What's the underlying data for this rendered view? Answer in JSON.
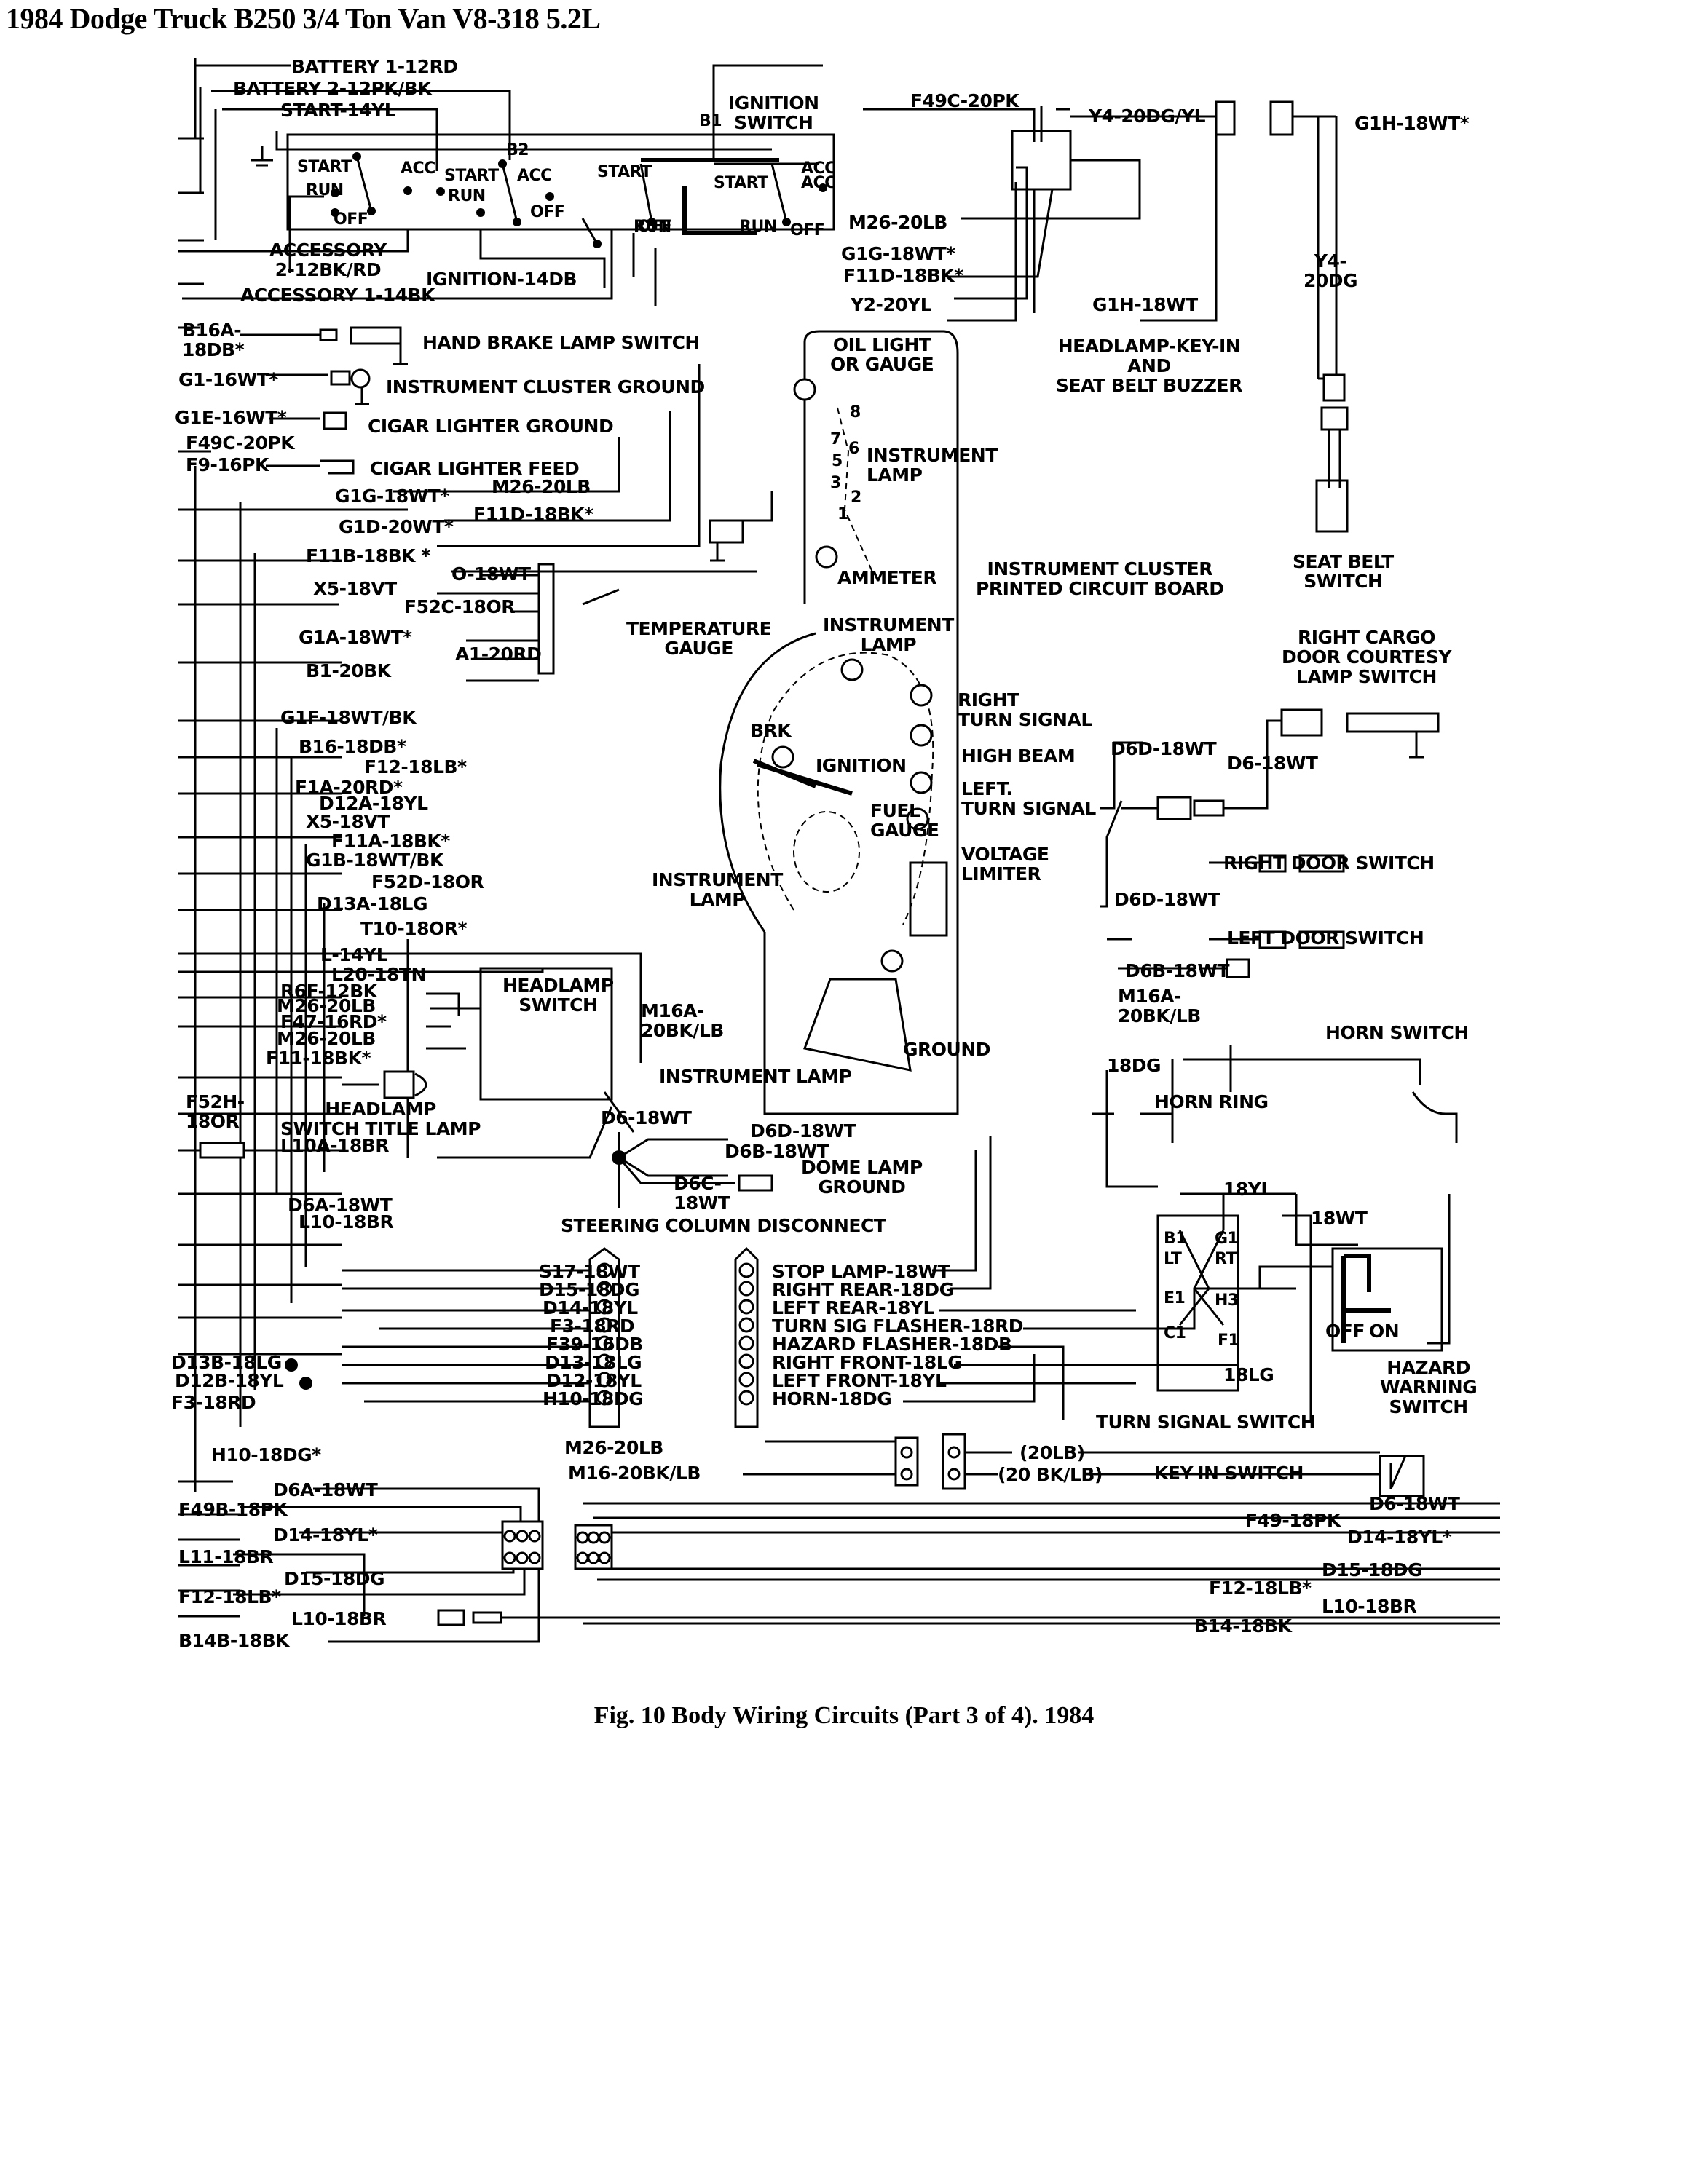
{
  "document": {
    "title": "1984 Dodge Truck B250 3/4 Ton Van V8-318 5.2L",
    "caption": "Fig. 10  Body Wiring Circuits (Part 3 of 4). 1984"
  },
  "components": {
    "ignition_switch": "IGNITION\nSWITCH",
    "hand_brake": "HAND BRAKE LAMP SWITCH",
    "cluster_ground": "INSTRUMENT CLUSTER GROUND",
    "cigar_ground": "CIGAR LIGHTER GROUND",
    "cigar_feed": "CIGAR LIGHTER FEED",
    "oil": "OIL LIGHT\nOR GAUGE",
    "instrument_lamp_1": "INSTRUMENT\nLAMP",
    "ammeter": "AMMETER",
    "pcb": "INSTRUMENT CLUSTER\nPRINTED CIRCUIT BOARD",
    "headlamp_buzzer": "HEADLAMP-KEY-IN\nAND\nSEAT BELT BUZZER",
    "seat_belt_switch": "SEAT BELT\nSWITCH",
    "right_cargo": "RIGHT CARGO\nDOOR COURTESY\nLAMP SWITCH",
    "temp_gauge": "TEMPERATURE\nGAUGE",
    "instrument_lamp_2": "INSTRUMENT\nLAMP",
    "brk": "BRK",
    "ignition": "IGNITION",
    "fuel_gauge": "FUEL\nGAUGE",
    "right_turn": "RIGHT\nTURN SIGNAL",
    "high_beam": "HIGH BEAM",
    "left_turn": "LEFT.\nTURN SIGNAL",
    "voltage_limiter": "VOLTAGE\nLIMITER",
    "instrument_lamp_3": "INSTRUMENT\nLAMP",
    "right_door": "RIGHT DOOR SWITCH",
    "left_door": "LEFT DOOR SWITCH",
    "horn_switch": "HORN SWITCH",
    "horn_ring": "HORN RING",
    "ground": "GROUND",
    "instrument_lamp_4": "INSTRUMENT LAMP",
    "headlamp_switch": "HEADLAMP\nSWITCH",
    "headlamp_title_lamp": "HEADLAMP\nSWITCH TITLE LAMP",
    "dome_lamp_ground": "DOME LAMP\nGROUND",
    "steering_disconnect": "STEERING COLUMN DISCONNECT",
    "turn_signal_switch": "TURN SIGNAL SWITCH",
    "key_in_switch": "KEY-IN SWITCH",
    "hazard_switch": "HAZARD\nWARNING\nSWITCH",
    "off": "OFF",
    "on": "ON"
  },
  "ignition_positions": [
    "START",
    "RUN",
    "OFF",
    "ACC",
    "START",
    "RUN",
    "ACC",
    "OFF",
    "START",
    "RUN",
    "OFF",
    "ACC",
    "START",
    "RUN",
    "OFF",
    "ACC"
  ],
  "ignition_terminals": [
    "B1",
    "B2"
  ],
  "turn_switch_terminals": [
    "B1",
    "LT",
    "E1",
    "C1",
    "G1",
    "RT",
    "H3",
    "F1"
  ],
  "oil_gauge_pins": [
    "8",
    "7",
    "6",
    "5",
    "3",
    "2",
    "1"
  ],
  "wires": {
    "battery1": "BATTERY 1-12RD",
    "battery2": "BATTERY 2-12PK/BK",
    "start": "START-14YL",
    "accessory2": "ACCESSORY\n2-12BK/RD",
    "ignition": "IGNITION-14DB",
    "accessory1": "ACCESSORY 1-14BK",
    "f49c_top": "F49C-20PK",
    "y4_dgyl": "Y4-20DG/YL",
    "g1h_star": "G1H-18WT*",
    "m26_top": "M26-20LB",
    "g1g_top": "G1G-18WT*",
    "f11d_top": "F11D-18BK*",
    "y2": "Y2-20YL",
    "g1h": "G1H-18WT",
    "y4_dg": "Y4-\n20DG",
    "b16a": "B16A-\n18DB*",
    "g1": "G1-16WT*",
    "g1e": "G1E-16WT*",
    "f49c_left": "F49C-20PK",
    "f9": "F9-16PK",
    "g1g_mid": "G1G-18WT*",
    "m26_mid": "M26-20LB",
    "g1d": "G1D-20WT*",
    "f11d_mid": "F11D-18BK*",
    "f11b": "F11B-18BK *",
    "o18": "O-18WT",
    "x5_a": "X5-18VT",
    "f52c": "F52C-18OR",
    "g1a": "G1A-18WT*",
    "a1": "A1-20RD",
    "b1": "B1-20BK",
    "g1f": "G1F-18WT/BK",
    "b16": "B16-18DB*",
    "f12_mid": "F12-18LB*",
    "f1a": "F1A-20RD*",
    "d12a": "D12A-18YL",
    "x5_b": "X5-18VT",
    "f11a": "F11A-18BK*",
    "g1b": "G1B-18WT/BK",
    "f52d": "F52D-18OR",
    "d13a": "D13A-18LG",
    "t10": "T10-18OR*",
    "l14": "L-14YL",
    "l20": "L20-18TN",
    "r6f": "R6F-12BK",
    "m26_a": "M26-20LB",
    "f47": "F47-16RD*",
    "m26_b": "M26-20LB",
    "f11": "F11-18BK*",
    "f52h": "F52H-\n18OR",
    "l10a": "L10A-18BR",
    "d6a_mid": "D6A-18WT",
    "l10_mid": "L10-18BR",
    "m16a_mid": "M16A-\n20BK/LB",
    "d6_mid": "D6-18WT",
    "d6d_a": "D6D-18WT",
    "d6_cargo": "D6-18WT",
    "d6d_b": "D6D-18WT",
    "d6b_door": "D6B-18WT",
    "m16a_door": "M16A-\n20BK/LB",
    "dg18": "18DG",
    "d6d_c": "D6D-18WT",
    "d6b_c": "D6B-18WT",
    "d6c": "D6C-\n18WT",
    "yl18": "18YL",
    "wt18": "18WT",
    "lg18": "18LG",
    "s17": "S17-18WT",
    "d15_sc": "D15-18DG",
    "d14_sc": "D14-18YL",
    "f3_sc": "F3-18RD",
    "f39": "F39-16DB",
    "d13": "D13-18LG",
    "d12": "D12-18YL",
    "h10": "H10-18DG",
    "d13b": "D13B-18LG",
    "d12b": "D12B-18YL",
    "f3_left": "F3-18RD",
    "h10_star": "H10-18DG*",
    "m26_low": "M26-20LB",
    "m16": "M16-20BK/LB",
    "lb20": "(20LB)",
    "bklb20": "(20 BK/LB)",
    "stop_lamp": "STOP LAMP-18WT",
    "right_rear": "RIGHT REAR-18DG",
    "left_rear": "LEFT REAR-18YL",
    "turn_flasher": "TURN SIG FLASHER-18RD",
    "hazard_flasher": "HAZARD FLASHER-18DB",
    "right_front": "RIGHT FRONT-18LG",
    "left_front": "LEFT FRONT-18YL",
    "horn": "HORN-18DG",
    "d6a_low": "D6A-18WT",
    "f49b": "F49B-18PK",
    "d14_low": "D14-18YL*",
    "l11": "L11-18BR",
    "d15_low": "D15-18DG",
    "f12_low": "F12-18LB*",
    "l10_low": "L10-18BR",
    "b14b": "B14B-18BK",
    "d6_r": "D6-18WT",
    "f49_r": "F49-18PK",
    "d14_r": "D14-18YL*",
    "d15_r": "D15-18DG",
    "f12_r": "F12-18LB*",
    "l10_r": "L10-18BR",
    "b14_r": "B14-18BK"
  }
}
